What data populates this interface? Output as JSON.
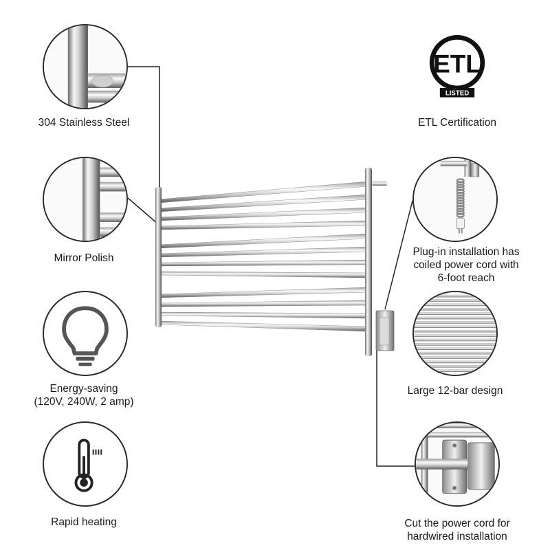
{
  "features_left": [
    {
      "label": "304 Stainless Steel",
      "icon": "steel-tube-closeup-icon"
    },
    {
      "label": "Mirror Polish",
      "icon": "polished-bar-closeup-icon"
    },
    {
      "label": "Energy-saving",
      "sublabel": "(120V, 240W, 2 amp)",
      "icon": "light-bulb-icon"
    },
    {
      "label": "Rapid heating",
      "icon": "thermometer-icon"
    }
  ],
  "features_right": [
    {
      "label": "ETL Certification",
      "icon": "etl-listed-logo",
      "logo_text": "ETL",
      "logo_subtext": "LISTED"
    },
    {
      "lines": [
        "Plug-in installation has",
        "coiled power cord with",
        "6-foot reach"
      ],
      "icon": "coiled-power-cord-icon"
    },
    {
      "label": "Large 12-bar design",
      "icon": "twelve-bar-closeup-icon"
    },
    {
      "lines": [
        "Cut the power cord for",
        "hardwired installation"
      ],
      "icon": "hardwire-bracket-closeup-icon"
    }
  ],
  "product": {
    "bar_count": 12,
    "icon": "towel-warmer-rack-image"
  },
  "colors": {
    "outline": "#2a2a2a",
    "steel_light": "#f4f4f4",
    "steel_dark": "#6e6e6e"
  }
}
